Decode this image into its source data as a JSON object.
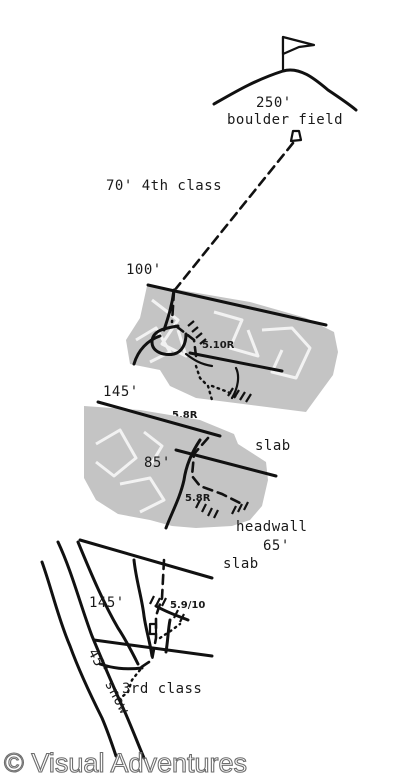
{
  "summit": {
    "height": "250'",
    "terrain": "boulder field"
  },
  "approach": "70' 4th class",
  "upper_pitches": [
    {
      "length": "100'",
      "grade": "5.10R"
    },
    {
      "length": "145'",
      "grade": "5.8R"
    }
  ],
  "middle_section": {
    "slab_label": "slab",
    "length": "85'",
    "grade": "5.8R",
    "headwall_label": "headwall",
    "headwall_length": "65'"
  },
  "lower_section": {
    "slab_label": "slab",
    "length": "145'",
    "grade": "5.9/10",
    "scramble": "3rd class",
    "snow": "45° snow"
  },
  "watermark": "© Visual Adventures"
}
